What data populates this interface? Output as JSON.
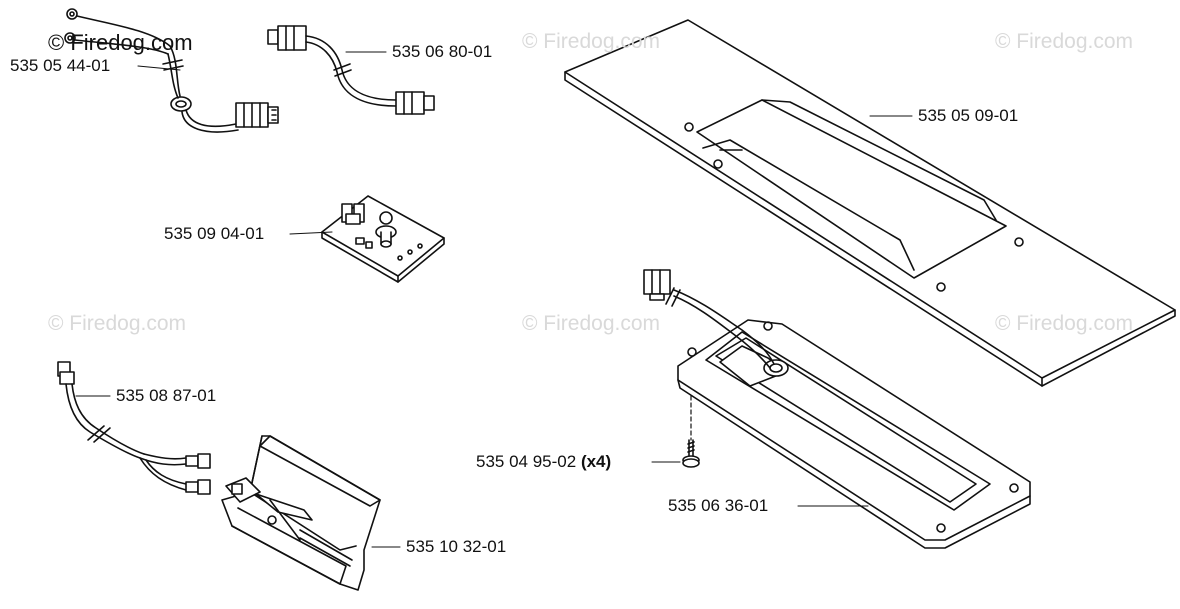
{
  "brand": "© Firedog.com",
  "watermark": "© Firedog.com",
  "parts": [
    {
      "id": "p1",
      "number": "535 05 44-01",
      "qty": ""
    },
    {
      "id": "p2",
      "number": "535 06 80-01",
      "qty": ""
    },
    {
      "id": "p3",
      "number": "535 05 09-01",
      "qty": ""
    },
    {
      "id": "p4",
      "number": "535 09 04-01",
      "qty": ""
    },
    {
      "id": "p5",
      "number": "535 08 87-01",
      "qty": ""
    },
    {
      "id": "p6",
      "number": "535 04 95-02",
      "qty": "(x4)"
    },
    {
      "id": "p7",
      "number": "535 06 36-01",
      "qty": ""
    },
    {
      "id": "p8",
      "number": "535 10 32-01",
      "qty": ""
    }
  ]
}
